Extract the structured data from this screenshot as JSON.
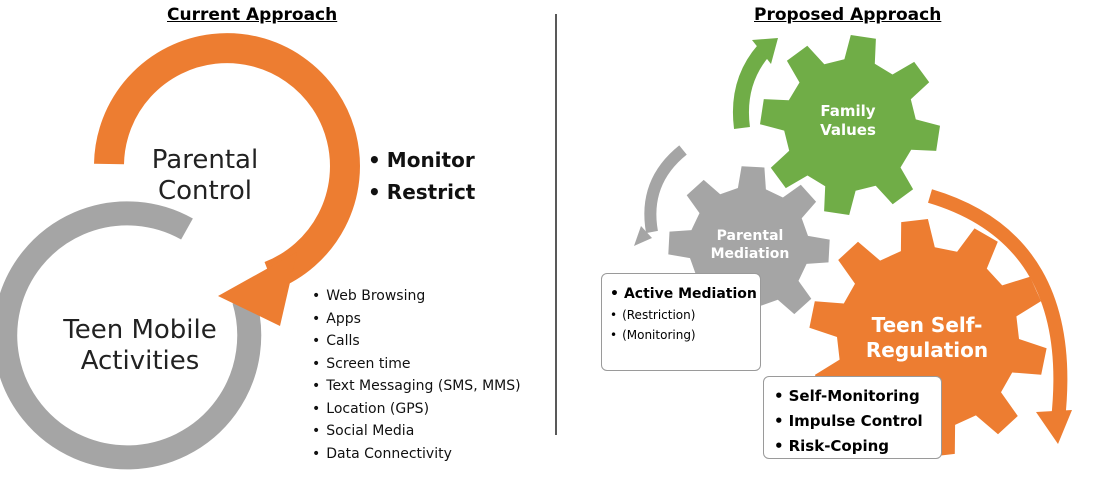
{
  "current": {
    "heading": "Current Approach",
    "parental_control_label": [
      "Parental",
      "Control"
    ],
    "control_actions": [
      "Monitor",
      "Restrict"
    ],
    "teen_activities_label": [
      "Teen Mobile",
      "Activities"
    ],
    "activities": [
      "Web Browsing",
      "Apps",
      "Calls",
      "Screen time",
      "Text Messaging (SMS, MMS)",
      "Location (GPS)",
      "Social Media",
      "Data Connectivity"
    ]
  },
  "proposed": {
    "heading": "Proposed Approach",
    "family_values_label": [
      "Family",
      "Values"
    ],
    "parental_mediation_label": [
      "Parental",
      "Mediation"
    ],
    "teen_self_regulation_label": [
      "Teen Self-",
      "Regulation"
    ],
    "mediation_items": {
      "primary": "Active Mediation",
      "secondary": [
        "(Restriction)",
        "(Monitoring)"
      ]
    },
    "self_regulation_items": [
      "Self-Monitoring",
      "Impulse Control",
      "Risk-Coping"
    ]
  },
  "colors": {
    "orange": "#ED7D31",
    "gray": "#A5A5A5",
    "green": "#70AD47",
    "divider": "#222222",
    "box_border": "#9a9a9a"
  }
}
